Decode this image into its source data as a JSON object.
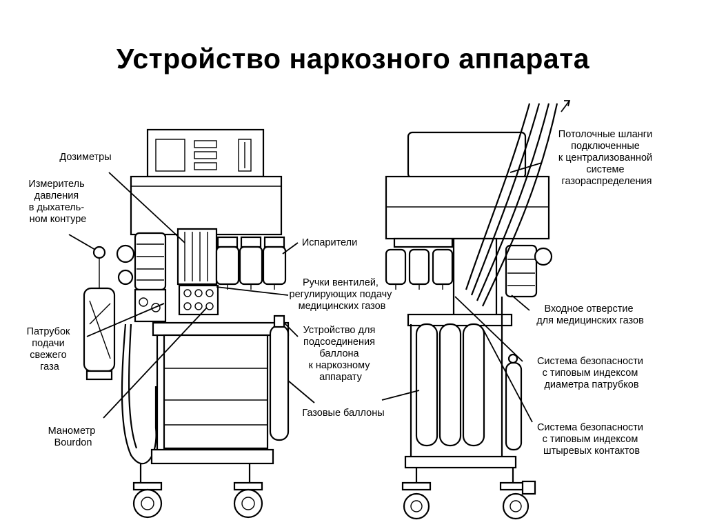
{
  "title": "Устройство наркозного аппарата",
  "labels": {
    "dosimeters": [
      "Дозиметры"
    ],
    "pressure_gauge": [
      "Измеритель",
      "давления",
      "в дыхатель-",
      "ном контуре"
    ],
    "fresh_gas_outlet": [
      "Патрубок",
      "подачи",
      "свежего",
      "газа"
    ],
    "bourdon": [
      "Манометр",
      "Bourdon"
    ],
    "vaporizers": [
      "Испарители"
    ],
    "valve_knobs": [
      "Ручки вентилей,",
      "регулирующих подачу",
      "медицинских газов"
    ],
    "cylinder_yoke": [
      "Устройство для",
      "подсоединения",
      "баллона",
      "к наркозному",
      "аппарату"
    ],
    "gas_cylinders": [
      "Газовые баллоны"
    ],
    "ceiling_hoses": [
      "Потолочные шланги",
      "подключенные",
      "к централизованной",
      "системе",
      "газораспределения"
    ],
    "gas_inlet": [
      "Входное отверстие",
      "для медицинских газов"
    ],
    "diss": [
      "Система безопасности",
      "с типовым индексом",
      "диаметра патрубков"
    ],
    "pin_index": [
      "Система безопасности",
      "с типовым индексом",
      "штыревых контактов"
    ]
  }
}
